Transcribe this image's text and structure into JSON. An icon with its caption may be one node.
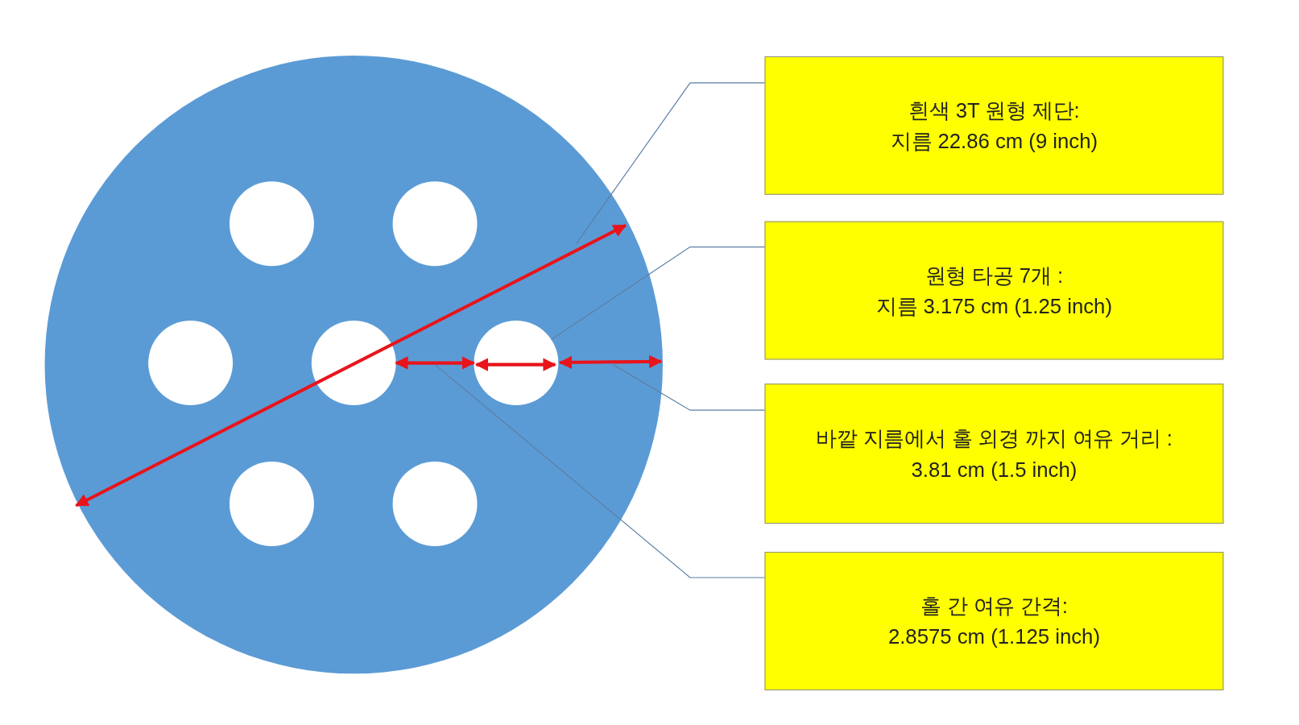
{
  "diagram": {
    "nodes": [
      {
        "text": [],
        "shape": "circle"
      },
      {
        "text": [],
        "shape": "circle",
        "in": 0
      },
      {
        "text": [],
        "shape": "circle",
        "in": 0
      },
      {
        "text": [],
        "shape": "circle",
        "in": 0
      },
      {
        "text": [],
        "shape": "circle",
        "in": 0
      },
      {
        "text": [],
        "shape": "circle",
        "in": 0
      },
      {
        "text": [],
        "shape": "circle",
        "in": 0
      },
      {
        "text": [],
        "shape": "circle",
        "in": 0
      },
      {
        "text": [
          "흰색 3T 원형 제단:",
          "지름 22.86 cm (9 inch)"
        ]
      },
      {
        "text": [
          "원형 타공 7개 :",
          "지름 3.175 cm (1.25 inch)"
        ]
      },
      {
        "text": [
          "바깥 지름에서 홀 외경 까지 여유 거리 :",
          "3.81 cm (1.5 inch)"
        ]
      },
      {
        "text": [
          "홀 간 여유 간격:",
          "2.8575 cm (1.125 inch)"
        ]
      }
    ],
    "edges": [
      {
        "from": 8,
        "to": null,
        "arrow": "none"
      },
      {
        "from": 9,
        "to": 5,
        "arrow": "none"
      },
      {
        "from": 10,
        "to": null,
        "arrow": "none"
      },
      {
        "from": 11,
        "to": null,
        "arrow": "none"
      },
      {
        "from": 4,
        "to": 5,
        "arrow": "both",
        "style": "thick",
        "color": "#e8141b"
      },
      {
        "from": 5,
        "to": 0,
        "arrow": "both",
        "style": "thick",
        "color": "#e8141b"
      }
    ]
  }
}
